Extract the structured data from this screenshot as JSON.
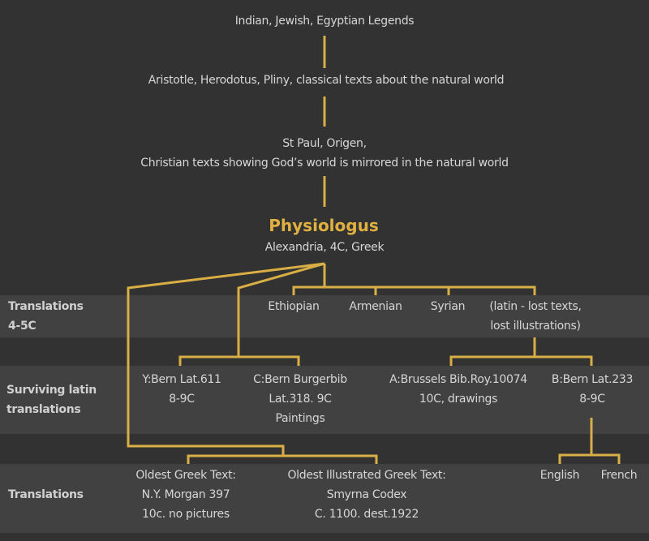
{
  "colors": {
    "line": "#d9ae45",
    "title": "#e0b040",
    "band": "#414141",
    "background": "#323232"
  },
  "top": {
    "legends": "Indian, Jewish, Egyptian Legends",
    "classical": "Aristotle, Herodotus, Pliny, classical texts about the natural world",
    "christian_line1": "St Paul, Origen,",
    "christian_line2": "Christian texts showing God’s world is mirrored in the natural world",
    "title": "Physiologus",
    "subtitle": "Alexandria, 4C, Greek"
  },
  "rows": [
    {
      "label_line1": "Translations",
      "label_line2": "4-5C"
    },
    {
      "label_line1": "Surviving latin",
      "label_line2": "translations"
    },
    {
      "label_line1": "Translations"
    }
  ],
  "translations_4_5c": {
    "ethiopian": "Ethiopian",
    "armenian": "Armenian",
    "syrian": "Syrian",
    "latin_line1": "(latin - lost texts,",
    "latin_line2": "lost illustrations)"
  },
  "surviving": {
    "y": [
      "Y:Bern Lat.611",
      "8-9C"
    ],
    "c": [
      "C:Bern Burgerbib",
      "Lat.318. 9C",
      "Paintings"
    ],
    "a": [
      "A:Brussels Bib.Roy.10074",
      "10C, drawings"
    ],
    "b": [
      "B:Bern Lat.233",
      "8-9C"
    ]
  },
  "later": {
    "greek": [
      "Oldest Greek Text:",
      "N.Y. Morgan 397",
      "10c. no pictures"
    ],
    "illustrated": [
      "Oldest Illustrated Greek Text:",
      "Smyrna Codex",
      "C. 1100. dest.1922"
    ],
    "english": "English",
    "french": "French"
  }
}
